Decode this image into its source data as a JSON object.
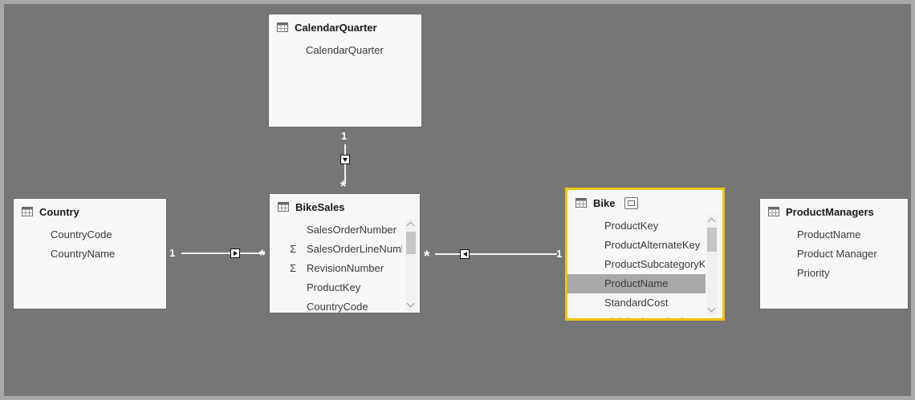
{
  "icons": {
    "sum_glyph": "Σ"
  },
  "colors": {
    "canvas_bg": "#767676",
    "frame_border": "#a9a9a9",
    "table_bg": "#f7f7f6",
    "header_text": "#1b1a19",
    "field_text": "#3b3a39",
    "selected_row_bg": "#a8a8a8",
    "highlight_border": "#efc40f",
    "connector": "#f3f3f3"
  },
  "tables": {
    "calendar_quarter": {
      "name": "CalendarQuarter",
      "fields": [
        {
          "label": "CalendarQuarter"
        }
      ]
    },
    "country": {
      "name": "Country",
      "fields": [
        {
          "label": "CountryCode"
        },
        {
          "label": "CountryName"
        }
      ]
    },
    "bike_sales": {
      "name": "BikeSales",
      "fields": [
        {
          "label": "SalesOrderNumber"
        },
        {
          "label": "SalesOrderLineNumber",
          "aggregate": true
        },
        {
          "label": "RevisionNumber",
          "aggregate": true
        },
        {
          "label": "ProductKey"
        },
        {
          "label": "CountryCode"
        }
      ]
    },
    "bike": {
      "name": "Bike",
      "fields": [
        {
          "label": "ProductKey"
        },
        {
          "label": "ProductAlternateKey"
        },
        {
          "label": "ProductSubcategoryKey"
        },
        {
          "label": "ProductName",
          "selected": true
        },
        {
          "label": "StandardCost"
        },
        {
          "label": "FinishedGoodsFlag",
          "clipped": true
        }
      ]
    },
    "product_managers": {
      "name": "ProductManagers",
      "fields": [
        {
          "label": "ProductName"
        },
        {
          "label": "Product Manager"
        },
        {
          "label": "Priority"
        }
      ]
    }
  },
  "relationships": {
    "calendarquarter_bikesales": {
      "one_label": "1",
      "many_label": "*"
    },
    "country_bikesales": {
      "one_label": "1",
      "many_label": "*"
    },
    "bike_bikesales": {
      "one_label": "1",
      "many_label": "*"
    }
  }
}
